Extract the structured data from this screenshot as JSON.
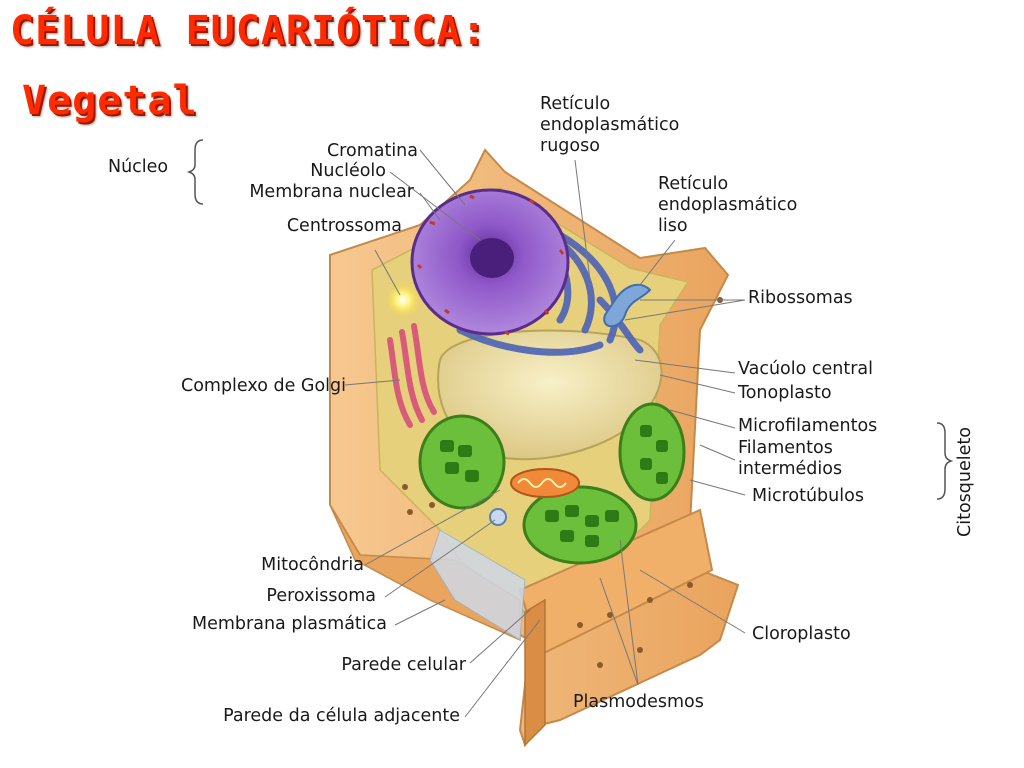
{
  "title": {
    "line1": "CÉLULA EUCARIÓTICA:",
    "line2": "Vegetal"
  },
  "nucleus_group": {
    "label": "Núcleo",
    "parts": [
      "Cromatina",
      "Nucléolo",
      "Membrana nuclear"
    ]
  },
  "labels_left": {
    "centrossoma": "Centrossoma",
    "golgi": "Complexo de Golgi",
    "mitocondria": "Mitocôndria",
    "peroxissoma": "Peroxissoma",
    "membrana_plasmatica": "Membrana plasmática",
    "parede_celular": "Parede celular",
    "parede_adjacente": "Parede da célula adjacente"
  },
  "labels_right": {
    "rer": [
      "Retículo",
      "endoplasmático",
      "rugoso"
    ],
    "rel": [
      "Retículo",
      "endoplasmático",
      "liso"
    ],
    "ribossomas": "Ribossomas",
    "vacuolo": "Vacúolo central",
    "tonoplasto": "Tonoplasto",
    "microfilamentos": "Microfilamentos",
    "filamentos": [
      "Filamentos",
      "intermédios"
    ],
    "microtubulos": "Microtúbulos",
    "citosqueleto": "Citosqueleto",
    "cloroplasto": "Cloroplasto",
    "plasmodesmos": "Plasmodesmos"
  },
  "colors": {
    "title": "#ff2a00",
    "wall": "#f2b674",
    "cytoplasm": "#e9d78a",
    "nucleus": "#8a4fc0",
    "chloroplast": "#5fb02e",
    "vacuole": "#efe3a8"
  }
}
